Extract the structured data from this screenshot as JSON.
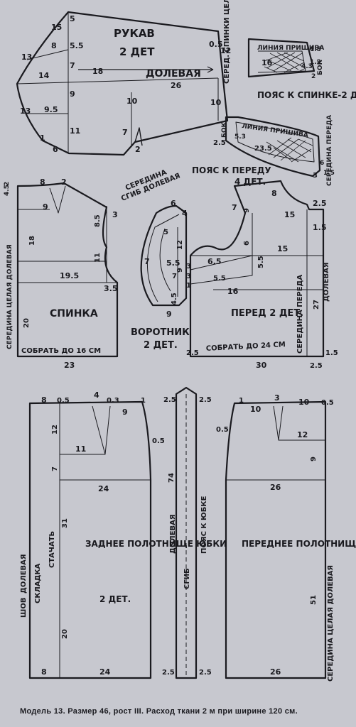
{
  "sleeve": {
    "title": "РУКАВ",
    "count": "2 ДЕТ",
    "grain": "ДОЛЕВАЯ",
    "dims": [
      "5",
      "15",
      "5.5",
      "13",
      "8",
      "14",
      "18",
      "7",
      "26",
      "0.5",
      "12",
      "9",
      "10",
      "9.5",
      "13",
      "11",
      "7",
      "10",
      "2",
      "1",
      "6"
    ]
  },
  "back_belt": {
    "line_label": "ЛИНИЯ ПРИШИВА",
    "side": "БОК",
    "center": "СЕРЕД. СПИНКИ ЦЕЛАЯ ДОЛЕВАЯ",
    "title": "ПОЯС К СПИНКЕ-2 ДЕТ.",
    "dims": [
      "16",
      "4.3",
      "1.5",
      "1.2",
      "2"
    ]
  },
  "front_belt": {
    "line_label": "ЛИНИЯ ПРИШИВА",
    "side": "БОК",
    "center": "СЕРЕДИНА ПЕРЕДА",
    "title": "ПОЯС К ПЕРЕДУ",
    "count": "4 ДЕТ.",
    "dims": [
      "5.3",
      "2.5",
      "23.5",
      "3",
      "6",
      "1.5"
    ]
  },
  "back": {
    "title": "СПИНКА",
    "center": "СЕРЕДИНА ЦЕЛАЯ ДОЛЕВАЯ",
    "gather": "СОБРАТЬ ДО 16 СМ",
    "dims": [
      "8",
      "2",
      "4.5",
      "2",
      "9",
      "3",
      "18",
      "8.5",
      "11",
      "19.5",
      "3.5",
      "20",
      "23"
    ]
  },
  "collar": {
    "title": "ВОРОТНИК",
    "count": "2 ДЕТ.",
    "center": "СЕРЕДИНА",
    "fold": "СГИБ ДОЛЕВАЯ",
    "dims": [
      "6",
      "4",
      "7",
      "5.5",
      "12",
      "9",
      "7",
      "5",
      "4.5",
      "9"
    ]
  },
  "front": {
    "title": "ПЕРЕД 2 ДЕТ.",
    "center": "СЕРЕДИНА ПЕРЕДА",
    "grain": "ДОЛЕВАЯ",
    "gather": "СОБРАТЬ ДО 24 СМ",
    "dims": [
      "7",
      "8",
      "2.5",
      "1.5",
      "9",
      "15",
      "6",
      "5.5",
      "6.5",
      "5.5",
      "3",
      "3",
      "1",
      "16",
      "15",
      "27",
      "2.5",
      "30",
      "2.5",
      "1.5"
    ]
  },
  "skirt_back": {
    "title": "ЗАДНЕЕ ПОЛОТНИЩЕ ЮБКИ",
    "count": "2 ДЕТ.",
    "seam": "ШОВ",
    "grain": "ДОЛЕВАЯ",
    "fold": "СКЛАДКА",
    "stitch": "СТАЧАТЬ",
    "dims": [
      "8",
      "0.5",
      "4",
      "0.3",
      "1",
      "12",
      "9",
      "11",
      "0.5",
      "7",
      "24",
      "31",
      "20",
      "8",
      "24"
    ]
  },
  "waistband": {
    "grain": "ДОЛЕВАЯ",
    "fold": "СГИБ",
    "title": "ПОЯС К ЮБКЕ",
    "dims": [
      "2.5",
      "2.5",
      "74",
      "2.5",
      "2.5"
    ]
  },
  "skirt_front": {
    "title": "ПЕРЕДНЕЕ ПОЛОТНИЩЕ ЮБКИ",
    "center": "СЕРЕДИНА ЦЕЛАЯ ДОЛЕВАЯ",
    "dims": [
      "1",
      "10",
      "3",
      "10",
      "0.5",
      "0.5",
      "12",
      "9",
      "26",
      "51",
      "26"
    ]
  },
  "caption": "Модель 13. Размер 46, рост III. Расход ткани 2 м при ширине 120 см."
}
